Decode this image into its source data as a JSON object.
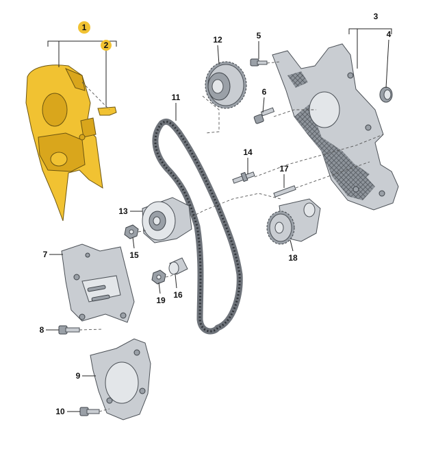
{
  "labels": {
    "p1": "1",
    "p2": "2",
    "p3": "3",
    "p4": "4",
    "p5": "5",
    "p6": "6",
    "p7": "7",
    "p8": "8",
    "p9": "9",
    "p10": "10",
    "p11": "11",
    "p12": "12",
    "p13": "13",
    "p14": "14",
    "p15": "15",
    "p16": "16",
    "p17": "17",
    "p18": "18",
    "p19": "19"
  },
  "colors": {
    "highlight_badge": "#f1c232",
    "highlight_part": "#f1c232",
    "metal_part": "#c9cdd2",
    "outline": "#4a4f55"
  }
}
